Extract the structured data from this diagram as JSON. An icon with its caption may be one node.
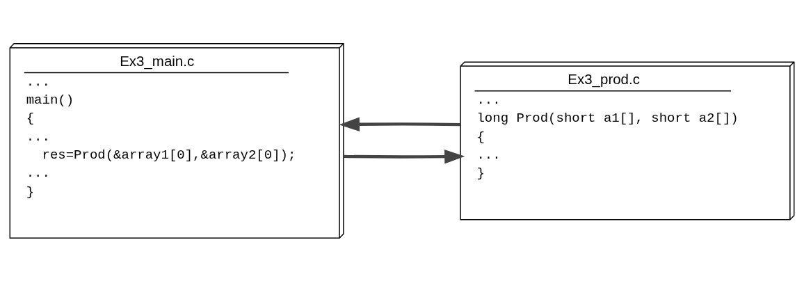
{
  "diagram": {
    "nodes": [
      {
        "text": [
          "Ex3_main.c",
          "...",
          "main()",
          "{",
          "...",
          "  res=Prod(&array1[0],&array2[0]);",
          "...",
          "}"
        ]
      },
      {
        "text": [
          "Ex3_prod.c",
          "...",
          "long Prod(short a1[], short a2[])",
          "{",
          "...",
          "}"
        ]
      }
    ],
    "edges": [
      {
        "from": 0,
        "to": 1,
        "arrow": "to"
      },
      {
        "from": 1,
        "to": 0,
        "arrow": "to"
      }
    ]
  }
}
